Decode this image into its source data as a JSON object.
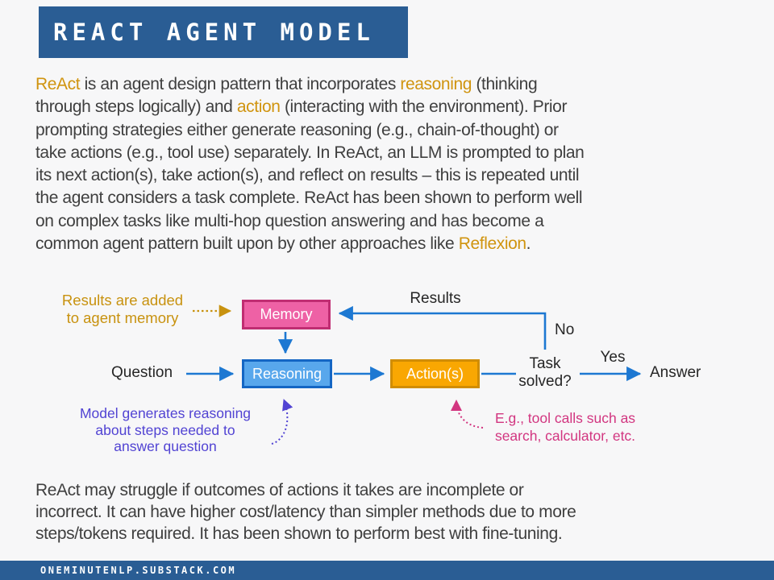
{
  "header": {
    "title": "REACT AGENT MODEL"
  },
  "colors": {
    "banner_blue": "#2a5d94",
    "accent_orange": "#d0940f",
    "arrow_blue": "#1d78d2",
    "memory_fill": "#ee61a5",
    "memory_border": "#c02d72",
    "reasoning_fill": "#58a7ec",
    "reasoning_border": "#1466c4",
    "actions_fill": "#f9a702",
    "actions_border": "#d18d02",
    "note_gold": "#c8920f",
    "note_violet": "#5143d3",
    "note_pink": "#d23680",
    "body_text": "#3f3f3f",
    "background": "#f7f7f8"
  },
  "intro": {
    "lines": [
      [
        {
          "t": "ReAct",
          "accent": true
        },
        {
          "t": " is an agent design pattern that incorporates "
        },
        {
          "t": "reasoning",
          "accent": true
        },
        {
          "t": " (thinking"
        }
      ],
      [
        {
          "t": "through steps logically) and "
        },
        {
          "t": "action",
          "accent": true
        },
        {
          "t": " (interacting with the environment). Prior"
        }
      ],
      [
        {
          "t": "prompting strategies either generate reasoning (e.g., chain-of-thought) or"
        }
      ],
      [
        {
          "t": "take actions (e.g., tool use) separately. In ReAct, an LLM is prompted to plan"
        }
      ],
      [
        {
          "t": "its next action(s), take action(s), and reflect on results – this is repeated until"
        }
      ],
      [
        {
          "t": "the agent considers a task complete. ReAct has been shown to perform well"
        }
      ],
      [
        {
          "t": "on complex tasks like multi-hop question answering and has become a"
        }
      ],
      [
        {
          "t": "common agent pattern built upon by other approaches like "
        },
        {
          "t": "Reflexion",
          "accent": true
        },
        {
          "t": "."
        }
      ]
    ]
  },
  "outro": {
    "lines": [
      [
        {
          "t": "ReAct may struggle if outcomes of actions it takes are incomplete or"
        }
      ],
      [
        {
          "t": "incorrect. It can have higher cost/latency than simpler methods due to more"
        }
      ],
      [
        {
          "t": "steps/tokens required. It has been shown to perform best with fine-tuning."
        }
      ]
    ]
  },
  "diagram": {
    "nodes": {
      "memory": "Memory",
      "reasoning": "Reasoning",
      "actions": "Action(s)"
    },
    "labels": {
      "question": "Question",
      "results": "Results",
      "no": "No",
      "task": "Task\nsolved?",
      "yes": "Yes",
      "answer": "Answer"
    },
    "annotations": {
      "memory_note": "Results are added\nto agent memory",
      "reasoning_note": "Model generates reasoning\nabout steps needed to\nanswer question",
      "actions_note": "E.g., tool calls such as\nsearch, calculator, etc."
    }
  },
  "footer": {
    "url": "ONEMINUTENLP.SUBSTACK.COM"
  }
}
